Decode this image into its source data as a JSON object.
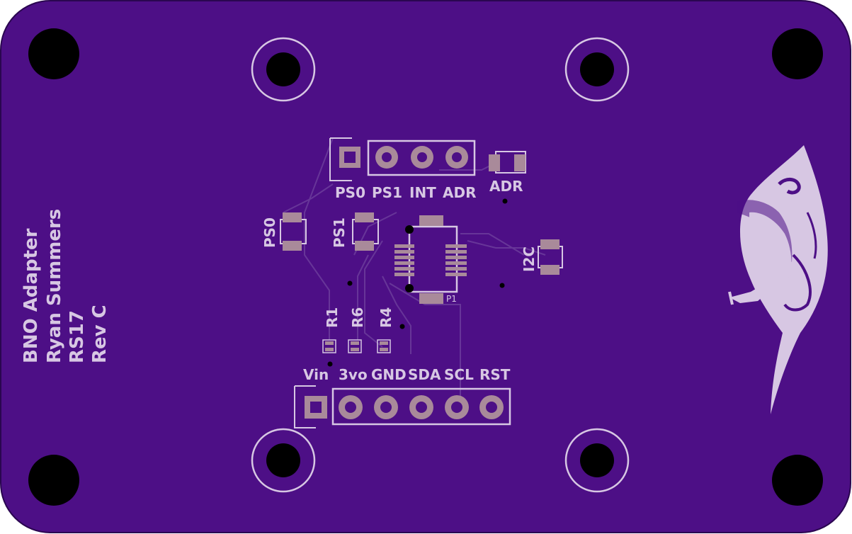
{
  "board": {
    "colors": {
      "substrate": "#4d0f86",
      "edge": "#2a0650",
      "silkscreen": "#d7c7e3",
      "copper_pad": "#a98a9a",
      "trace": "#6a3a9b",
      "hole": "#000000"
    },
    "top_header": {
      "labels": [
        "PS0",
        "PS1",
        "INT",
        "ADR"
      ]
    },
    "bottom_header": {
      "labels": [
        "Vin",
        "3vo",
        "GND",
        "SDA",
        "SCL",
        "RST"
      ]
    },
    "jumpers": {
      "adr": "ADR",
      "ps0": "PS0",
      "ps1": "PS1",
      "i2c": "I2C"
    },
    "resistors": [
      "R1",
      "R6",
      "R4"
    ],
    "ic_label": "P1",
    "credits": {
      "line1": "BNO Adapter",
      "line2": "Ryan Summers",
      "line3": "RS17",
      "line4": "Rev C"
    },
    "logo_icon": "feather-logo-icon"
  }
}
